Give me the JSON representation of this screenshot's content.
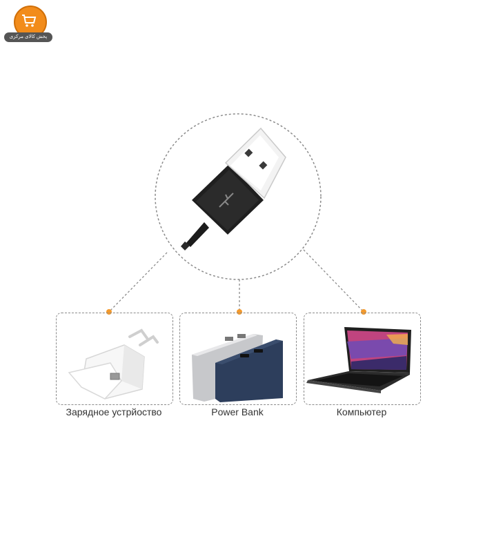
{
  "logo": {
    "text": "پخش کالای مرکزی",
    "accent": "#f28c1b"
  },
  "icons": [
    "shopping-cart-icon",
    "usb-plug-icon",
    "wall-charger-icon",
    "power-bank-icon",
    "laptop-icon"
  ],
  "devices": [
    {
      "label": "Зарядное устрйоство"
    },
    {
      "label": "Power Bank"
    },
    {
      "label": "Компьютер"
    }
  ],
  "colors": {
    "dot": "#f39a2d",
    "dash": "#8a8a8a",
    "text": "#333333"
  }
}
